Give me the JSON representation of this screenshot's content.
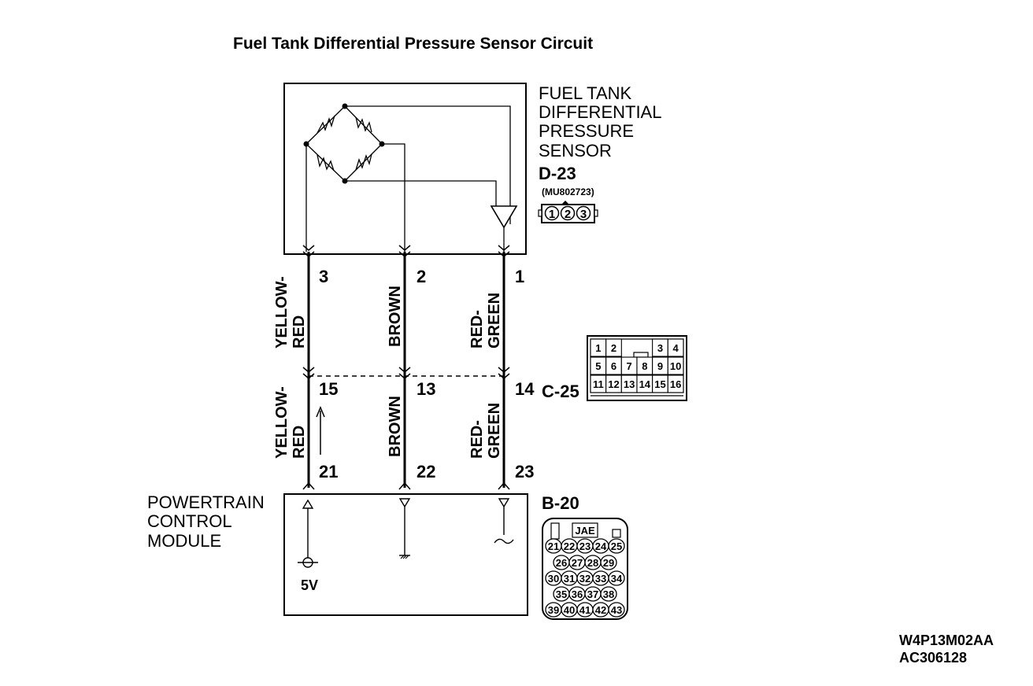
{
  "title": "Fuel Tank Differential Pressure Sensor Circuit",
  "sensor": {
    "name_lines": [
      "FUEL TANK",
      "DIFFERENTIAL",
      "PRESSURE",
      "SENSOR"
    ],
    "connector_id": "D-23",
    "part_number": "(MU802723)",
    "pins": [
      "1",
      "2",
      "3"
    ]
  },
  "intermediate_connector": {
    "id": "C-25",
    "rows": [
      [
        "1",
        "2",
        "",
        "",
        "3",
        "4"
      ],
      [
        "5",
        "6",
        "7",
        "8",
        "9",
        "10"
      ],
      [
        "11",
        "12",
        "13",
        "14",
        "15",
        "16"
      ]
    ]
  },
  "pcm": {
    "name_lines": [
      "POWERTRAIN",
      "CONTROL",
      "MODULE"
    ],
    "connector_id": "B-20",
    "connector_label": "JAE",
    "supply_label": "5V",
    "pin_rows": [
      [
        "21",
        "22",
        "23",
        "24",
        "25"
      ],
      [
        "26",
        "27",
        "28",
        "29"
      ],
      [
        "30",
        "31",
        "32",
        "33",
        "34"
      ],
      [
        "35",
        "36",
        "37",
        "38"
      ],
      [
        "39",
        "40",
        "41",
        "42",
        "43"
      ]
    ]
  },
  "wires": [
    {
      "color_upper": [
        "YELLOW-",
        "RED"
      ],
      "color_lower": [
        "YELLOW-",
        "RED"
      ],
      "sensor_pin": "3",
      "junction_pin": "15",
      "pcm_pin": "21"
    },
    {
      "color_upper": [
        "BROWN"
      ],
      "color_lower": [
        "BROWN"
      ],
      "sensor_pin": "2",
      "junction_pin": "13",
      "pcm_pin": "22"
    },
    {
      "color_upper": [
        "RED-",
        "GREEN"
      ],
      "color_lower": [
        "RED-",
        "GREEN"
      ],
      "sensor_pin": "1",
      "junction_pin": "14",
      "pcm_pin": "23"
    }
  ],
  "codes": [
    "W4P13M02AA",
    "AC306128"
  ]
}
